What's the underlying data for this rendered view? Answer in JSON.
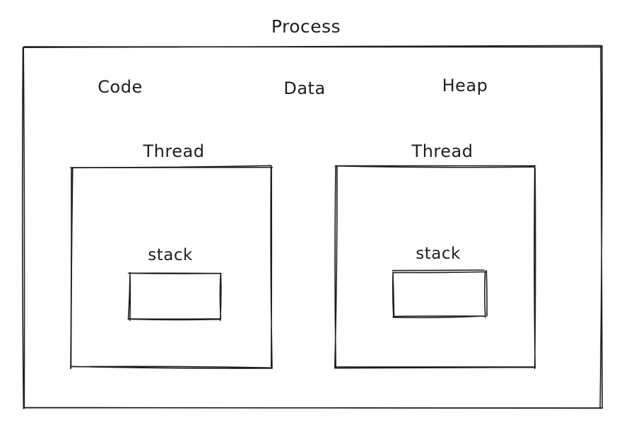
{
  "diagram": {
    "title": "Process",
    "segments": [
      "Code",
      "Data",
      "Heap"
    ],
    "threads": [
      {
        "label": "Thread",
        "stack_label": "stack"
      },
      {
        "label": "Thread",
        "stack_label": "stack"
      }
    ]
  },
  "colors": {
    "stroke": "#1e1e1e",
    "background": "#ffffff"
  }
}
